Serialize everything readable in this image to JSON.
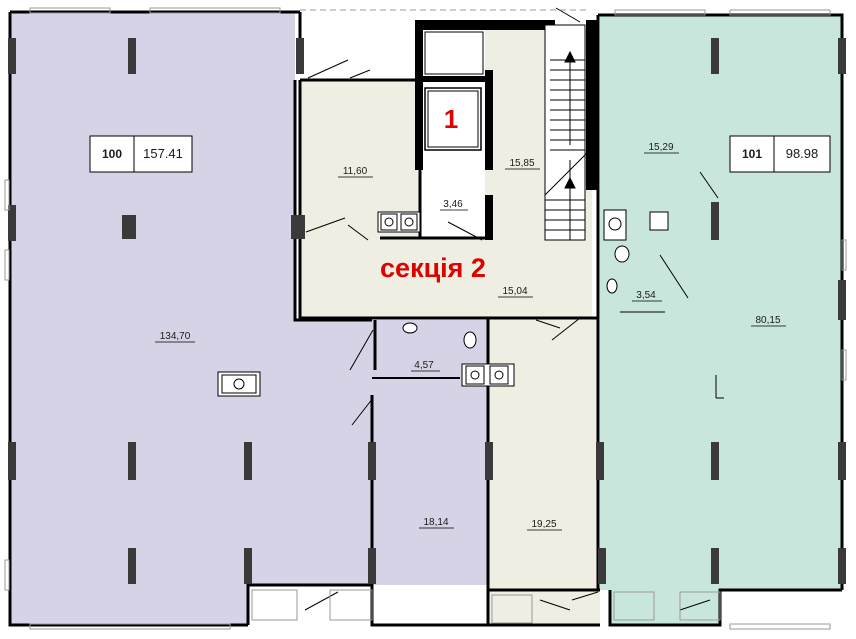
{
  "section_label": "секція 2",
  "elevator_number": "1",
  "unit_100": {
    "number": "100",
    "area": "157.41"
  },
  "unit_101": {
    "number": "101",
    "area": "98.98"
  },
  "rooms": {
    "r_134_70": "134,70",
    "r_11_60": "11,60",
    "r_3_46": "3,46",
    "r_15_85": "15,85",
    "r_15_04": "15,04",
    "r_4_57": "4,57",
    "r_18_14": "18,14",
    "r_19_25": "19,25",
    "r_15_29": "15,29",
    "r_3_54": "3,54",
    "r_80_15": "80,15"
  },
  "colors": {
    "unit_100_fill": "#d6d3e6",
    "unit_101_fill": "#c9e6dd",
    "common_fill": "#eeeee2",
    "wall": "#000000",
    "column": "#3a3a3a",
    "accent_red": "#e00000"
  }
}
